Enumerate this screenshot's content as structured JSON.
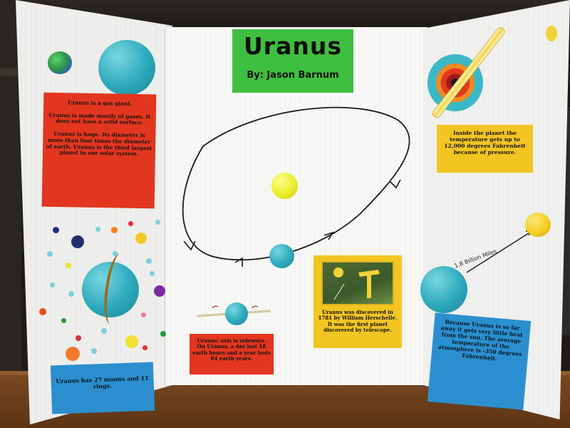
{
  "board": {
    "title": "Uranus",
    "author": "By: Jason Barnum"
  },
  "cards": {
    "facts_left": [
      "Uranus is a gas giant.",
      "Uranus is made mostly of gases. It does not have a solid surface.",
      "Uranus is huge. Its diameter is more than four times the diameter of earth. Uranus is the third largest planet in our solar system."
    ],
    "axis": "Uranus' axis is sideways. On Uranus, a day last 18 earth hours and a year lasts 84 earth years.",
    "moons": "Uranus has 27 moons and 11 rings.",
    "temperature": "Inside the planet the temperature gets up to 12,000 degrees Fahrenheit because of pressure.",
    "discovery": "Uranus was discovered in 1781 by William Herschelle. It was the first planet discovered by telescope.",
    "heat": "Because Uranus is so far away it gets very little heat from the sun. The average temperature of the atmosphere is -350 degrees Fahrenheit."
  },
  "labels": {
    "distance": "1.8 Billion Miles"
  },
  "colors": {
    "title_card": "#3fbf3f",
    "red_card": "#e2361f",
    "yellow_card": "#f2c522",
    "blue_card": "#2b8fcf",
    "uranus": "#2ca9bb",
    "sun": "#e8ec23"
  }
}
